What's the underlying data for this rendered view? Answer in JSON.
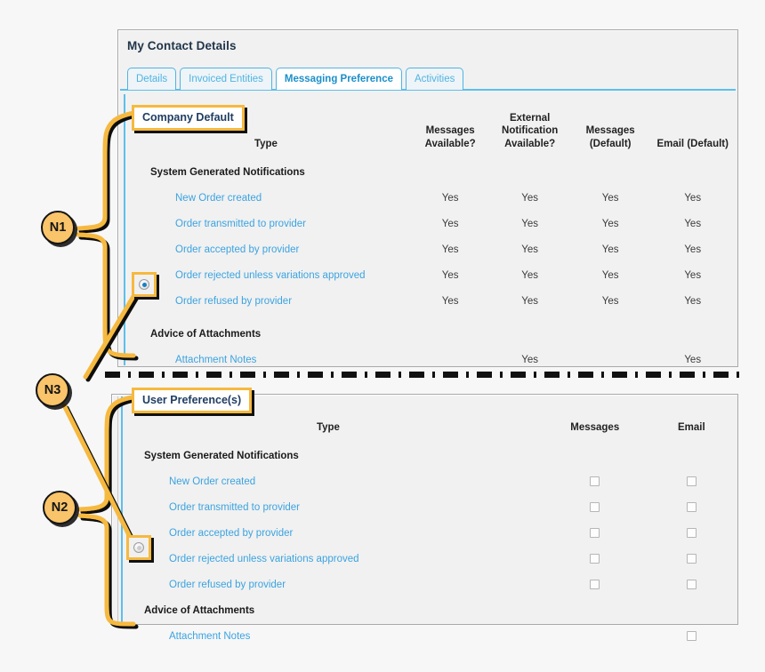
{
  "window": {
    "title": "My Contact Details",
    "tabs": [
      {
        "label": "Details",
        "active": false
      },
      {
        "label": "Invoiced Entities",
        "active": false
      },
      {
        "label": "Messaging Preference",
        "active": true
      },
      {
        "label": "Activities",
        "active": false
      }
    ]
  },
  "callouts": {
    "company_default_label": "Company Default",
    "user_preference_label": "User Preference(s)",
    "badges": [
      {
        "id": "N1",
        "label": "N1"
      },
      {
        "id": "N2",
        "label": "N2"
      },
      {
        "id": "N3",
        "label": "N3"
      }
    ]
  },
  "company_panel": {
    "headers": [
      "Type",
      "Messages\nAvailable?",
      "External\nNotification\nAvailable?",
      "Messages\n(Default)",
      "Email (Default)"
    ],
    "headers_lines": {
      "type": [
        "Type"
      ],
      "messages_available": [
        "Messages",
        "Available?"
      ],
      "external_notification": [
        "External",
        "Notification",
        "Available?"
      ],
      "messages_default": [
        "Messages",
        "(Default)"
      ],
      "email_default": [
        "Email (Default)"
      ]
    },
    "groups": [
      {
        "name": "System Generated Notifications",
        "rows": [
          {
            "type": "New Order created",
            "messages_available": "Yes",
            "external_notification": "Yes",
            "messages_default": "Yes",
            "email_default": "Yes"
          },
          {
            "type": "Order transmitted to provider",
            "messages_available": "Yes",
            "external_notification": "Yes",
            "messages_default": "Yes",
            "email_default": "Yes"
          },
          {
            "type": "Order accepted by provider",
            "messages_available": "Yes",
            "external_notification": "Yes",
            "messages_default": "Yes",
            "email_default": "Yes"
          },
          {
            "type": "Order rejected unless variations approved",
            "messages_available": "Yes",
            "external_notification": "Yes",
            "messages_default": "Yes",
            "email_default": "Yes"
          },
          {
            "type": "Order refused by provider",
            "messages_available": "Yes",
            "external_notification": "Yes",
            "messages_default": "Yes",
            "email_default": "Yes"
          }
        ]
      },
      {
        "name": "Advice of Attachments",
        "rows": [
          {
            "type": "Attachment Notes",
            "messages_available": "",
            "external_notification": "Yes",
            "messages_default": "",
            "email_default": "Yes"
          }
        ]
      }
    ],
    "radio": {
      "state": "selected"
    }
  },
  "user_panel": {
    "headers_lines": {
      "type": [
        "Type"
      ],
      "messages": [
        "Messages"
      ],
      "email": [
        "Email"
      ]
    },
    "groups": [
      {
        "name": "System Generated Notifications",
        "rows": [
          {
            "type": "New Order created",
            "messages": "unchecked",
            "email": "unchecked"
          },
          {
            "type": "Order transmitted to provider",
            "messages": "unchecked",
            "email": "unchecked"
          },
          {
            "type": "Order accepted by provider",
            "messages": "unchecked",
            "email": "unchecked"
          },
          {
            "type": "Order rejected unless variations approved",
            "messages": "unchecked",
            "email": "unchecked"
          },
          {
            "type": "Order refused by provider",
            "messages": "unchecked",
            "email": "unchecked"
          }
        ]
      },
      {
        "name": "Advice of Attachments",
        "rows": [
          {
            "type": "Attachment Notes",
            "messages": "none",
            "email": "unchecked"
          }
        ]
      }
    ],
    "radio": {
      "state": "unselected"
    }
  },
  "colors": {
    "accent_blue": "#3ba3e0",
    "tab_blue": "#4fb4e4",
    "callout_orange": "#f6b93f",
    "badge_fill": "#f9c46a",
    "panel_bg": "#f1f1f1",
    "canvas_bg": "#f7f7f7",
    "link_blue": "#3ba3e0",
    "heading_navy": "#1f3448"
  }
}
